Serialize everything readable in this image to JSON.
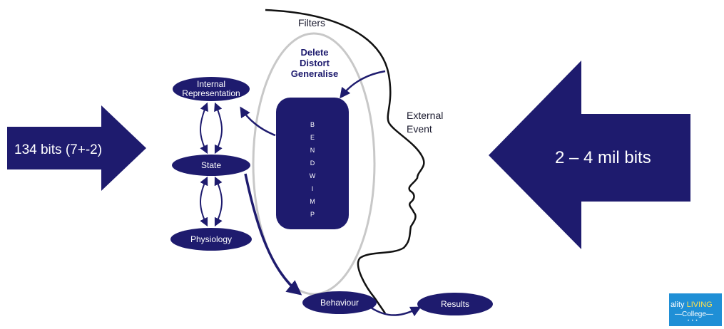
{
  "colors": {
    "navy": "#1e1b6e",
    "grey": "#c8c8c8",
    "black": "#111111"
  },
  "left_arrow_text": "134 bits (7+-2)",
  "right_arrow_text": "2 – 4 mil bits",
  "filters": {
    "title": "Filters",
    "items": [
      "Delete",
      "Distort",
      "Generalise"
    ]
  },
  "external_event": [
    "External",
    "Event"
  ],
  "bendwimp_letters": [
    "B",
    "E",
    "N",
    "D",
    "W",
    "I",
    "M",
    "P"
  ],
  "nodes": {
    "internal_representation": [
      "Internal",
      "Representation"
    ],
    "state": "State",
    "physiology": "Physiology",
    "behaviour": "Behaviour",
    "results": "Results"
  },
  "logo": {
    "part1": "ality ",
    "part2": "LIVING",
    "part3": "College"
  }
}
